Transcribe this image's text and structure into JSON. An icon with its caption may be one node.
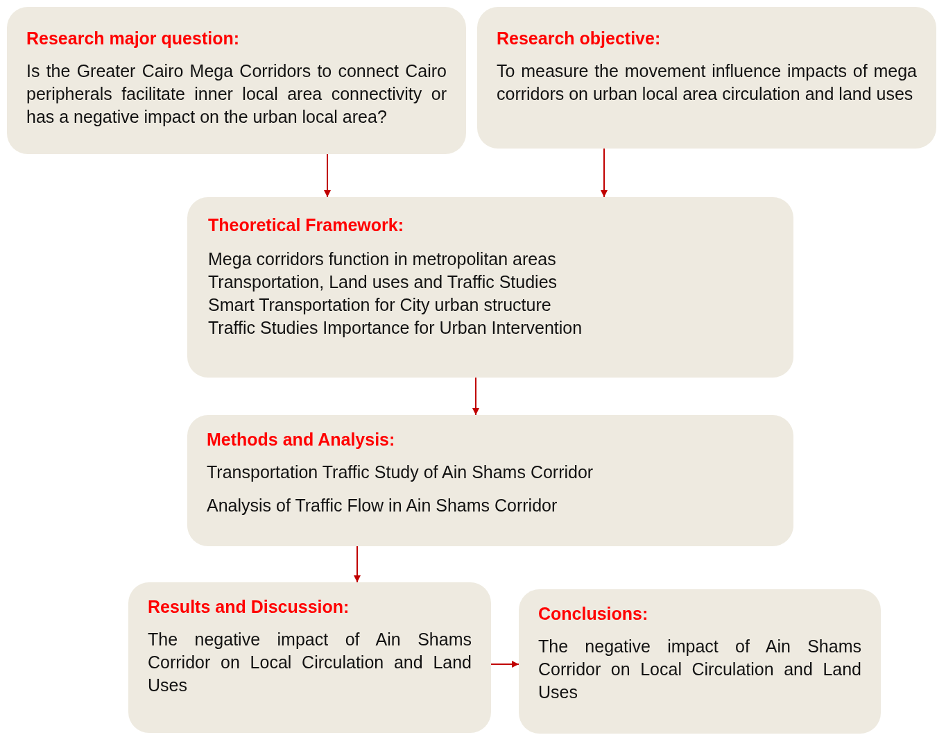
{
  "diagram": {
    "nodes": [
      {
        "text": [
          "Research major question:",
          "Is the Greater Cairo Mega Corridors to connect Cairo peripherals facilitate inner local area connectivity or has a negative impact on the urban local area?"
        ]
      },
      {
        "text": [
          "Research objective:",
          "To measure the movement influence impacts of mega corridors on urban local area circulation and land uses"
        ]
      },
      {
        "text": [
          "Theoretical Framework:",
          "Mega corridors function in metropolitan areas",
          "Transportation, Land uses and Traffic Studies",
          "Smart Transportation for City urban structure",
          "Traffic Studies Importance for Urban Intervention"
        ]
      },
      {
        "text": [
          "Methods and Analysis:",
          "Transportation Traffic Study of Ain Shams Corridor",
          "Analysis of Traffic Flow in Ain Shams Corridor"
        ]
      },
      {
        "text": [
          "Results and Discussion:",
          "The negative impact of Ain Shams Corridor on Local Circulation and Land Uses"
        ]
      },
      {
        "text": [
          "Conclusions:",
          "The negative impact of Ain Shams Corridor on Local Circulation and Land Uses"
        ]
      }
    ],
    "edges": [
      {
        "from": 0,
        "to": 2,
        "arrow": "to"
      },
      {
        "from": 1,
        "to": 2,
        "arrow": "to"
      },
      {
        "from": 2,
        "to": 3,
        "arrow": "to"
      },
      {
        "from": 3,
        "to": 4,
        "arrow": "to"
      },
      {
        "from": 4,
        "to": 5,
        "arrow": "to"
      }
    ]
  }
}
